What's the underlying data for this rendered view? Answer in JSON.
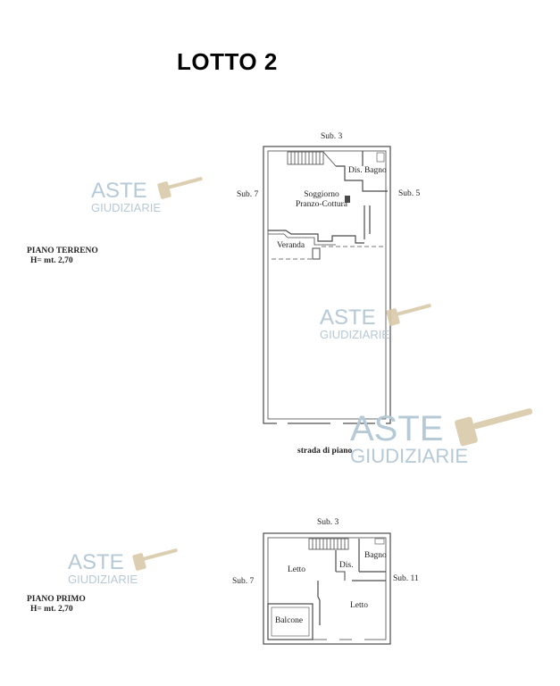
{
  "title": "LOTTO 2",
  "ground_floor": {
    "label": "PIANO TERRENO",
    "height": "H= mt. 2,70",
    "sub_top": "Sub. 3",
    "sub_left": "Sub. 7",
    "sub_right": "Sub. 5",
    "room_bathroom": "Dis. Bagno",
    "room_living_1": "Soggiorno",
    "room_living_2": "Pranzo-Cottura",
    "room_veranda": "Veranda",
    "street": "strada di piano"
  },
  "first_floor": {
    "label": "PIANO PRIMO",
    "height": "H= mt. 2,70",
    "sub_top": "Sub. 3",
    "sub_left": "Sub. 7",
    "sub_right": "Sub. 11",
    "room_bedroom_1": "Letto",
    "room_dis": "Dis.",
    "room_bathroom": "Bagno",
    "room_bedroom_2": "Letto",
    "room_balcony": "Balcone"
  },
  "watermark": {
    "line1": "ASTE",
    "line2": "GIUDIZIARIE"
  },
  "colors": {
    "walls": "#4a4a4a",
    "watermark": "#b6c9d6",
    "gavel": "#d9c9a8"
  }
}
